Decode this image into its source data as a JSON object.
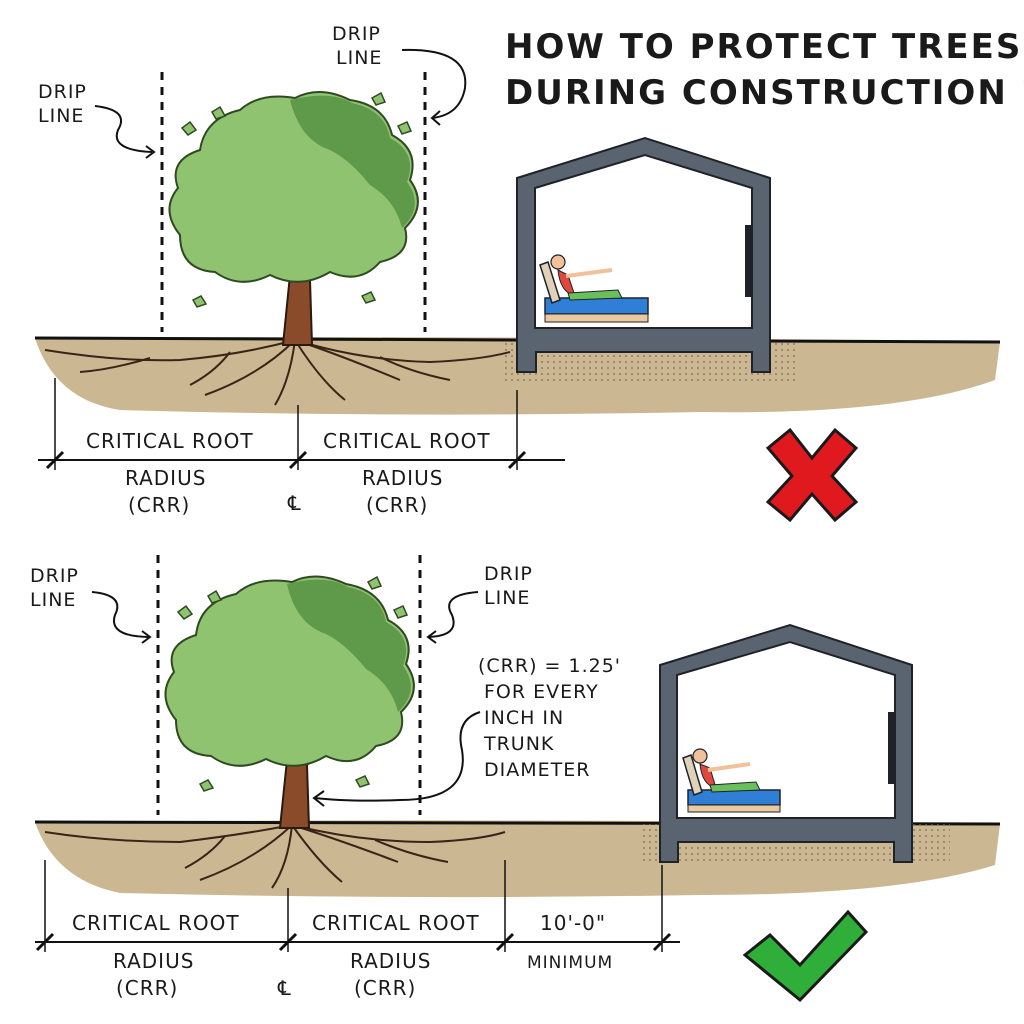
{
  "title_line1": "HOW TO PROTECT TREES",
  "title_line2": "DURING CONSTRUCTION ?",
  "top_panel": {
    "drip_left": [
      "DRIP",
      "LINE"
    ],
    "drip_right": [
      "DRIP",
      "LINE"
    ],
    "crr_left": [
      "CRITICAL ROOT",
      "RADIUS",
      "(CRR)"
    ],
    "crr_right": [
      "CRITICAL ROOT",
      "RADIUS",
      "(CRR)"
    ],
    "centerline": "℄",
    "verdict": "x-mark-icon"
  },
  "bottom_panel": {
    "drip_left": [
      "DRIP",
      "LINE"
    ],
    "drip_right": [
      "DRIP",
      "LINE"
    ],
    "crr_note": [
      "(CRR) = 1.25'",
      "FOR EVERY",
      "INCH IN",
      "TRUNK",
      "DIAMETER"
    ],
    "crr_left": [
      "CRITICAL ROOT",
      "RADIUS",
      "(CRR)"
    ],
    "crr_right": [
      "CRITICAL ROOT",
      "RADIUS",
      "(CRR)"
    ],
    "centerline": "℄",
    "setback": [
      "10'-0\"",
      "MINIMUM"
    ],
    "verdict": "check-mark-icon"
  },
  "colors": {
    "foliage_light": "#8fc36f",
    "foliage_dark": "#5e9a4a",
    "trunk": "#8a4b2a",
    "soil": "#cbb892",
    "building": "#5a6470",
    "bed": "#2f7fd6",
    "cross": "#e0191f",
    "check": "#2fae3a"
  }
}
